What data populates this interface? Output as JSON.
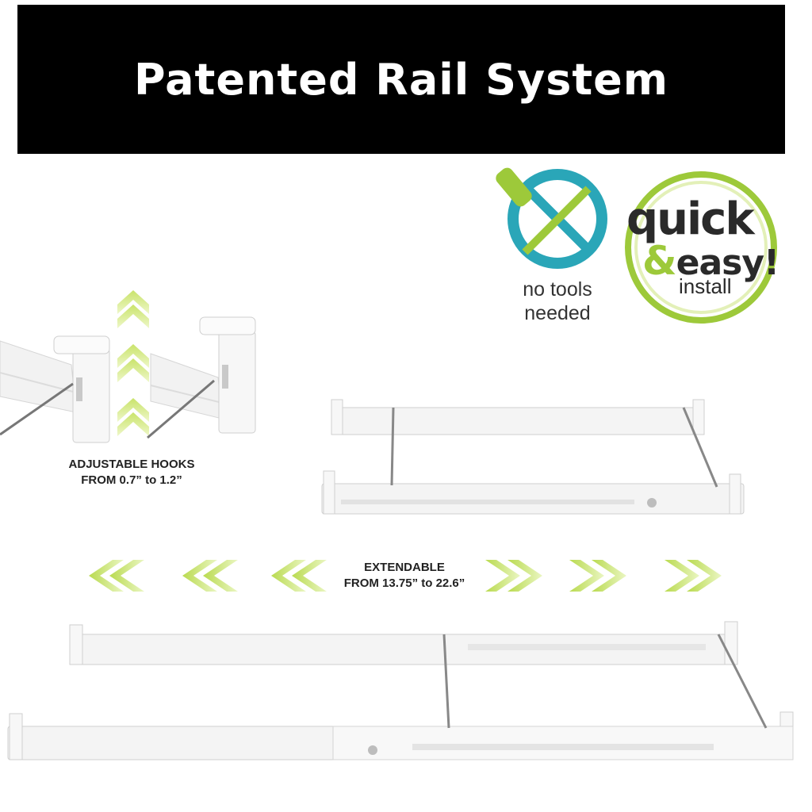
{
  "banner": {
    "title": "Patented Rail System"
  },
  "badges": {
    "no_tools": {
      "line1": "no tools",
      "line2": "needed",
      "icon": "no-tools-icon"
    },
    "quick_easy": {
      "line1": "quick",
      "line2_amp": "&",
      "line2_rest": "easy!",
      "line3": "install"
    }
  },
  "captions": {
    "hooks": {
      "line1": "ADJUSTABLE HOOKS",
      "line2": "FROM 0.7” to 1.2”"
    },
    "extend": {
      "line1": "EXTENDABLE",
      "line2": "FROM 13.75” to 22.6”"
    }
  },
  "colors": {
    "banner_bg": "#000000",
    "accent_green": "#9dc93a",
    "accent_teal": "#2aa6b8",
    "rail_white": "#f4f4f4",
    "rail_edge": "#cfcfcf"
  }
}
